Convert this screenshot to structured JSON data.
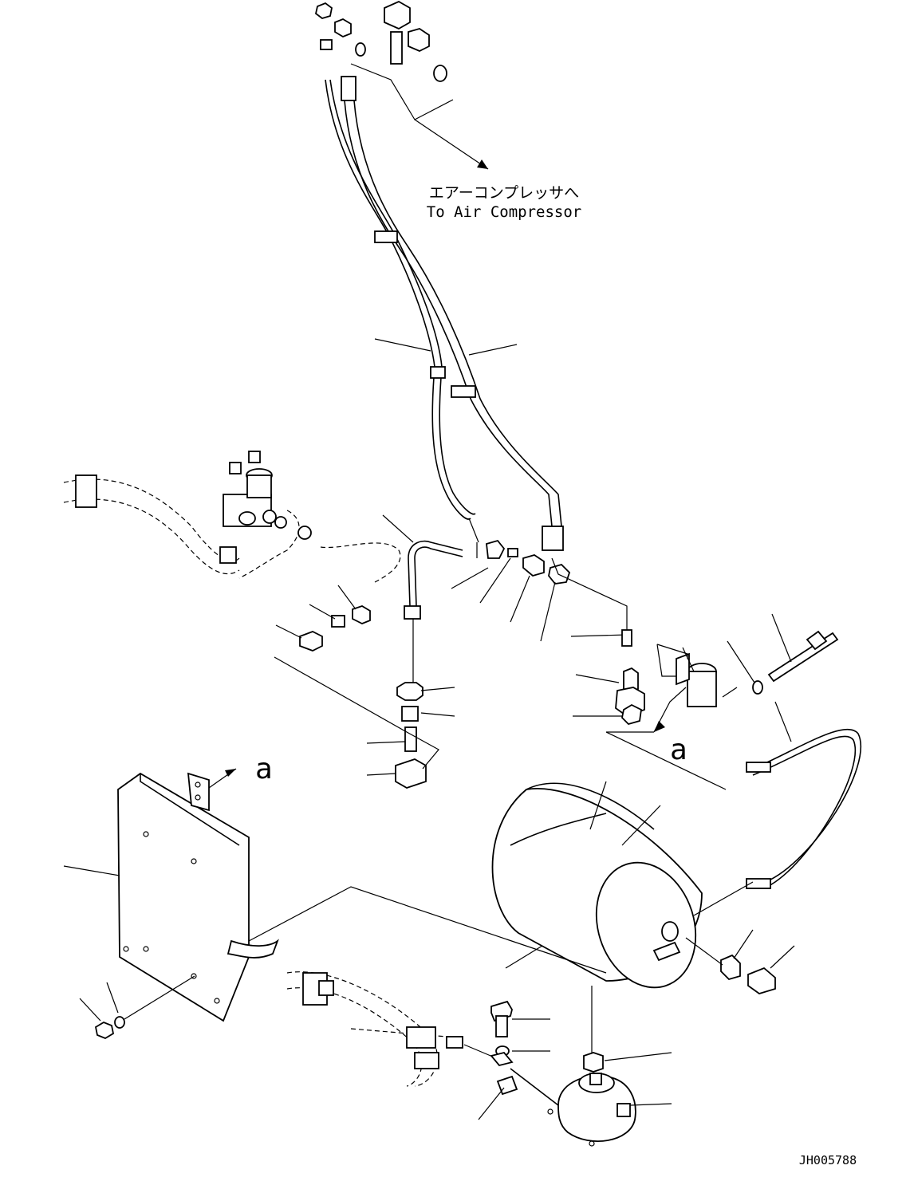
{
  "labels": {
    "to_compressor_jp": "エアーコンプレッサへ",
    "to_compressor_en": "To Air Compressor",
    "view_a_1": "a",
    "view_a_2": "a",
    "drawing_id": "JH005788"
  }
}
